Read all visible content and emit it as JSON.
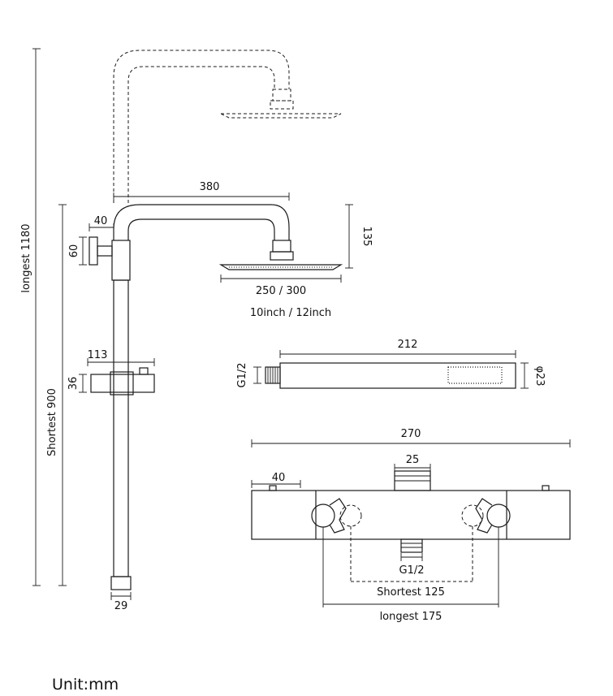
{
  "labels": {
    "longest_1180": "longest   1180",
    "shortest_900": "Shortest   900",
    "dim_380": "380",
    "dim_40_top": "40",
    "dim_60": "60",
    "dim_135": "135",
    "head_size": "250 / 300",
    "head_inch": "10inch / 12inch",
    "dim_113": "113",
    "dim_36": "36",
    "dim_29": "29",
    "dim_212": "212",
    "g12_hand": "G1/2",
    "phi23": "φ23",
    "dim_270": "270",
    "dim_25": "25",
    "dim_40_valve": "40",
    "g12_valve": "G1/2",
    "shortest_125": "Shortest   125",
    "longest_175": "longest   175"
  },
  "unit": "Unit:mm"
}
